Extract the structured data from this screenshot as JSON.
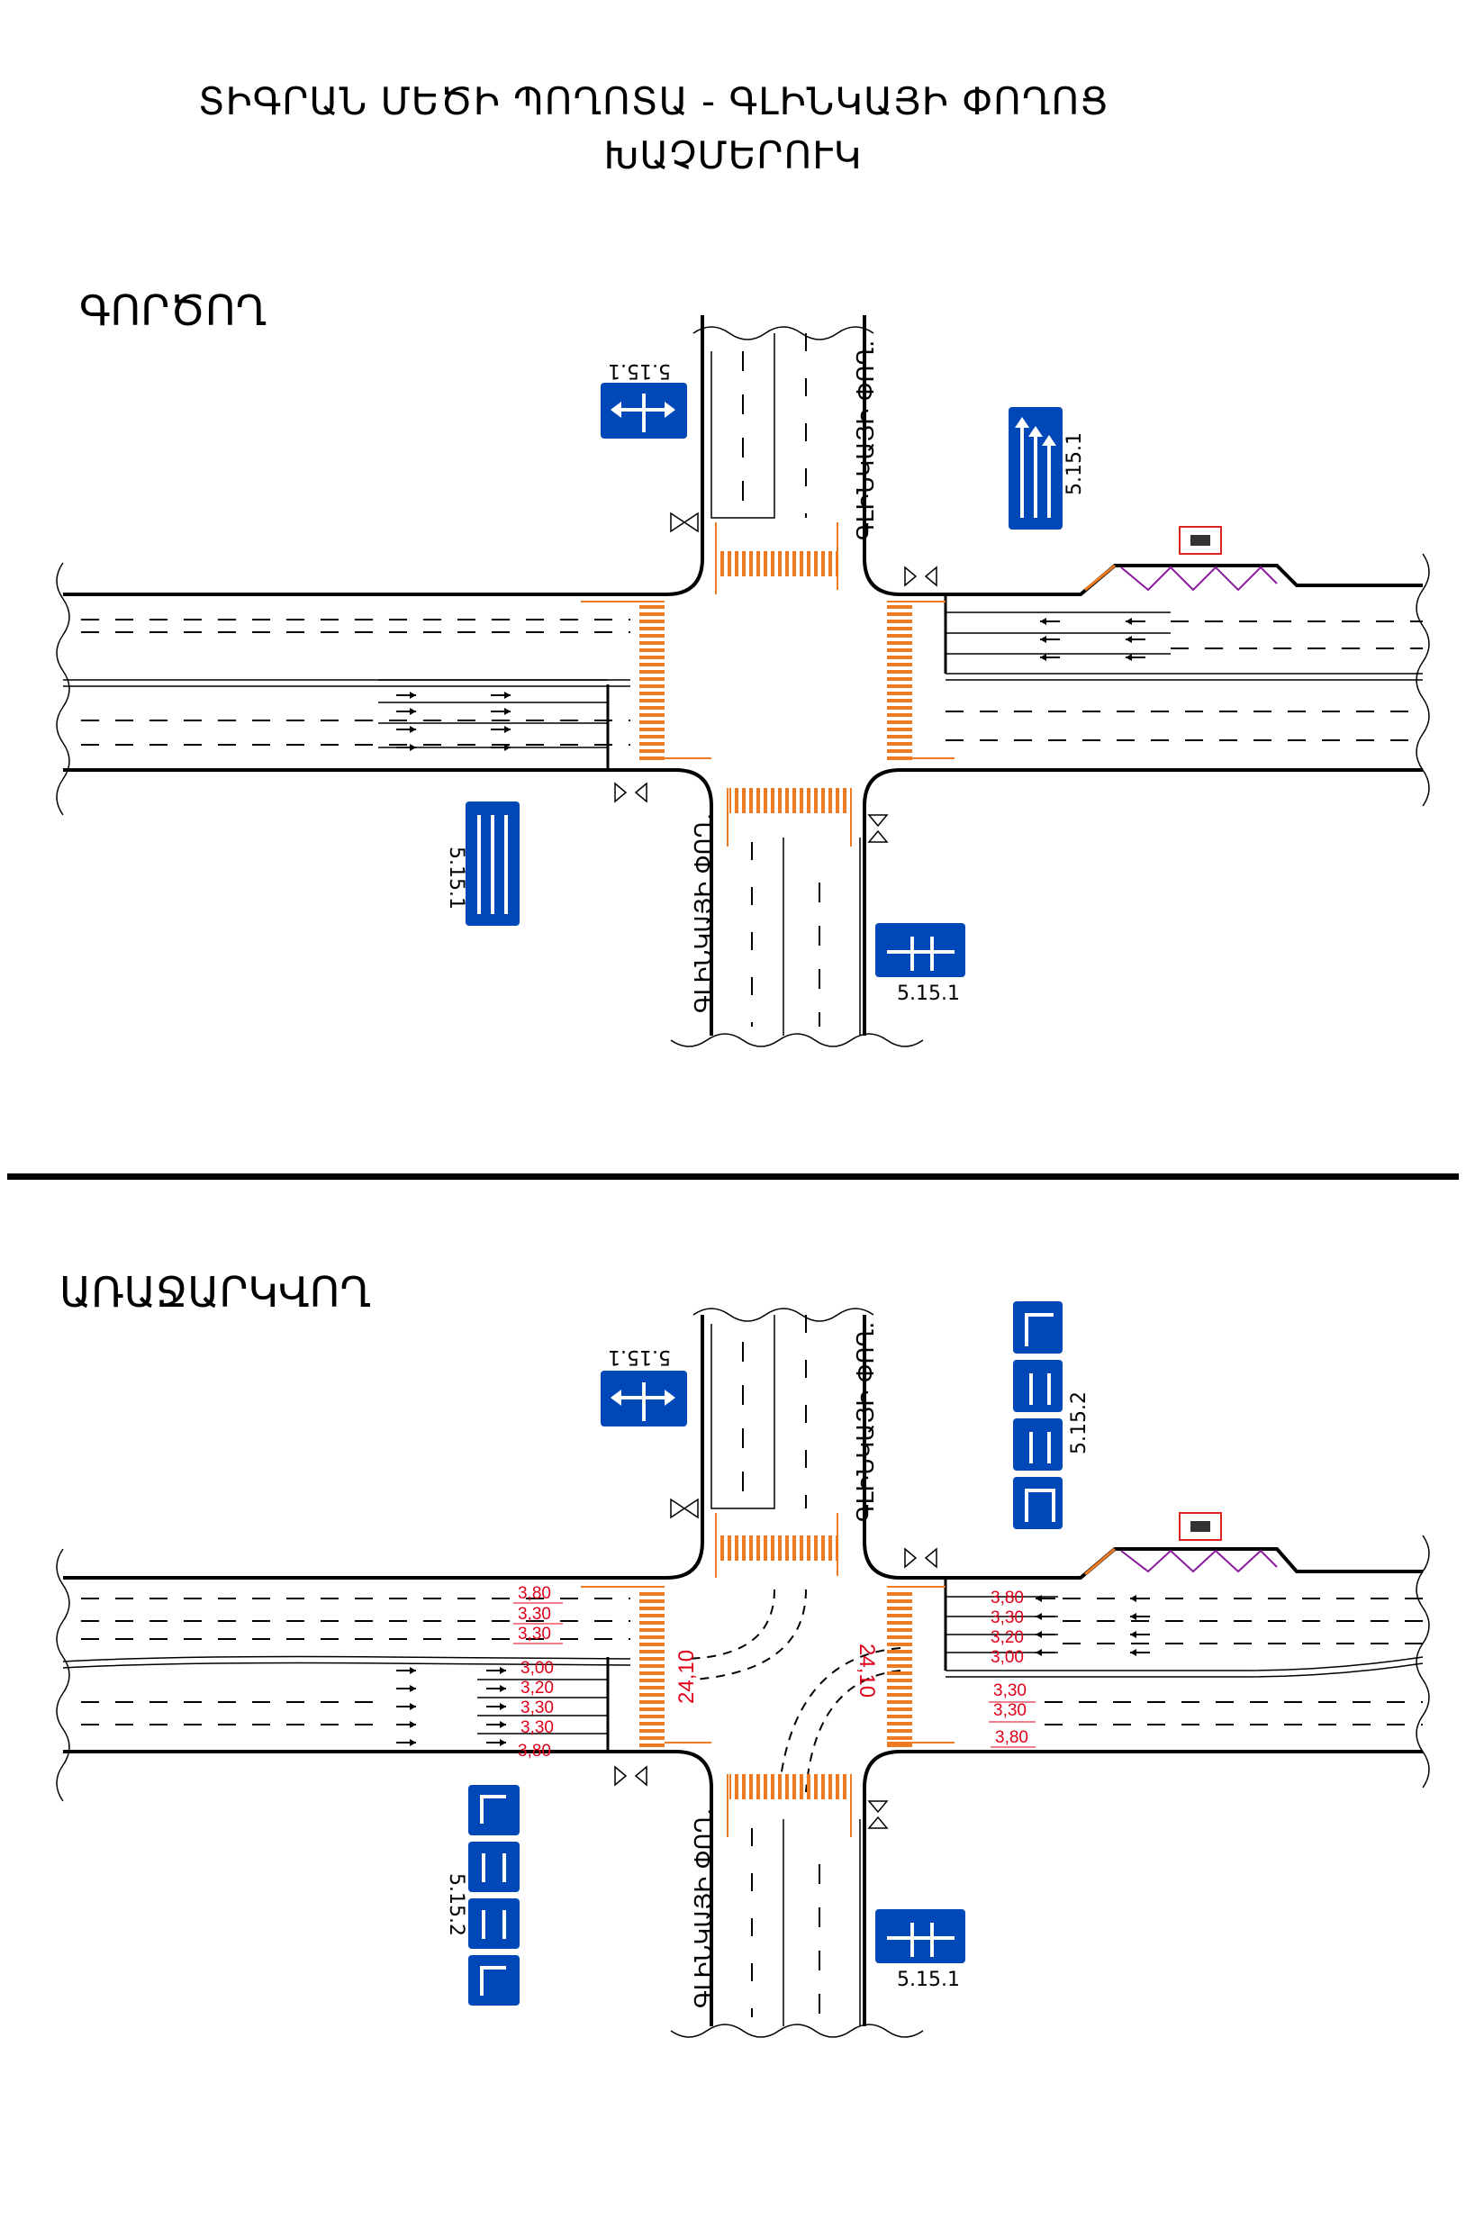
{
  "header": {
    "title_line1": "ՏԻԳՐԱՆ ՄԵԾԻ ՊՈՂՈՏԱ - ԳԼԻՆԿԱՅԻ ՓՈՂՈՑ",
    "title_line2": "ԽԱՉՄԵՐՈՒԿ"
  },
  "sections": {
    "existing_label": "ԳՈՐԾՈՂ",
    "proposed_label": "ԱՌԱՋԱՐԿՎՈՂ"
  },
  "streets": {
    "glinka": "ԳԼԻՆԿԱՅԻ ՓՈՂ."
  },
  "sign_codes": {
    "s5151": "5.15.1",
    "s5152": "5.15.2"
  },
  "dimensions": {
    "west_top": [
      "3,80",
      "3,30",
      "3,30"
    ],
    "west_bottom": [
      "3,00",
      "3,20",
      "3,30",
      "3,30",
      "3,80"
    ],
    "east_top": [
      "3,80",
      "3,30",
      "3,20",
      "3,00"
    ],
    "east_bottom": [
      "3,30",
      "3,30",
      "3,80"
    ],
    "crossing_left": "24,10",
    "crossing_right": "24,10"
  },
  "colors": {
    "sign_blue": "#0047b8",
    "crosswalk_orange": "#f07a22",
    "dimension_red": "#e0001a",
    "parking_purple": "#8a1a9e"
  }
}
